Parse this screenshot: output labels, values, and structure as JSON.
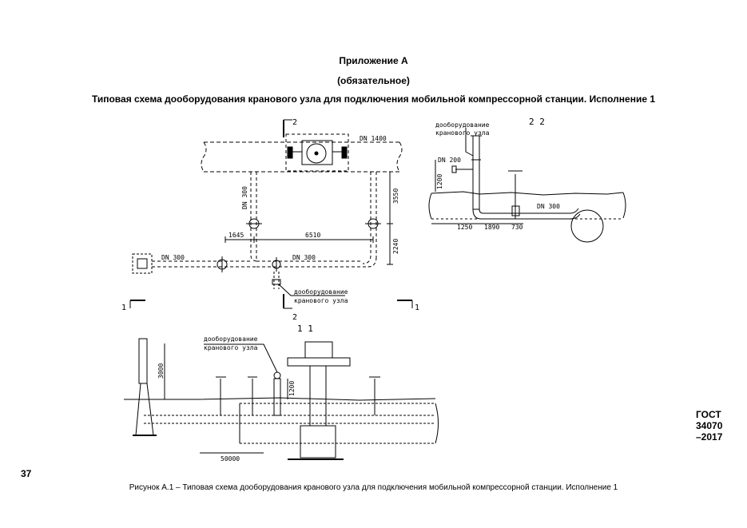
{
  "header": {
    "appendix": "Приложение А",
    "appendix_note": "(обязательное)",
    "title": "Типовая схема дооборудования кранового узла для подключения мобильной компрессорной станции. Исполнение 1"
  },
  "plan": {
    "labels": {
      "dn1400": "DN 1400",
      "dn300_left": "DN 300",
      "dn300_mid": "DN 300",
      "dn300_vert": "DN 300",
      "dim1645": "1645",
      "dim6510": "6510",
      "dim3550": "3550",
      "dim2240": "2240",
      "note_line1": "дооборудование",
      "note_line2": "кранового узла"
    },
    "section_marks": {
      "top": "2",
      "bottom": "2",
      "left": "1",
      "right": "1"
    }
  },
  "section22": {
    "title": "2 2",
    "labels": {
      "note_line1": "дооборудование",
      "note_line2": "кранового узла",
      "dn200": "DN 200",
      "dn300": "DN 300",
      "dim1200": "1200",
      "dim1250": "1250",
      "dim1890": "1890",
      "dim730": "730"
    }
  },
  "section11": {
    "title": "1 1",
    "labels": {
      "note_line1": "дооборудование",
      "note_line2": "кранового узла",
      "dim3000": "3000",
      "dim1200": "1200",
      "dim50000": "50000"
    }
  },
  "stamp": {
    "line1": "ГОСТ",
    "line2": "34070",
    "line3": "–2017"
  },
  "page_number": "37",
  "caption": "Рисунок А.1 – Типовая схема дооборудования кранового узла для подключения мобильной компрессорной станции. Исполнение 1"
}
